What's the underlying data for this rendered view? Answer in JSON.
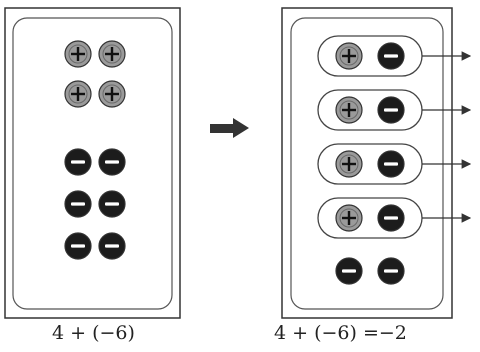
{
  "left_panel": {
    "caption": "4 + (−6)",
    "positive_count": 4,
    "negative_count": 6
  },
  "right_panel": {
    "caption": "4 + (−6) =−2",
    "zero_pairs": 4,
    "remaining_negatives": 2
  },
  "symbols": {
    "positive": "+",
    "negative": "−"
  },
  "colors": {
    "positive_fill": "#9a9a9a",
    "negative_fill": "#1c1c1c",
    "stroke": "#333333"
  },
  "icons": {
    "transform_arrow": "right-arrow-icon",
    "removal_arrow": "small-right-arrow-icon"
  }
}
